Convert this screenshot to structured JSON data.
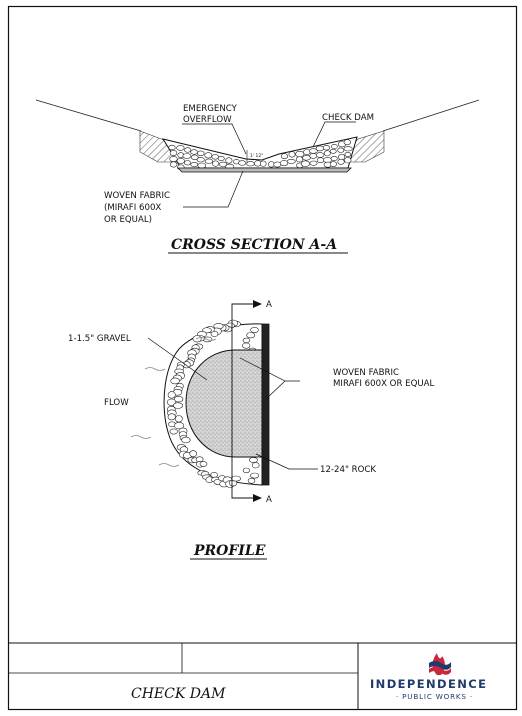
{
  "colors": {
    "ink": "#111111",
    "fabric_fill": "#d8d8d8",
    "logo_blue": "#203a6b",
    "logo_red": "#c8283a"
  },
  "cross_section": {
    "title": "CROSS SECTION A-A",
    "labels": {
      "emergency_overflow_1": "EMERGENCY",
      "emergency_overflow_2": "OVERFLOW",
      "check_dam": "CHECK DAM",
      "woven_fabric_1": "WOVEN FABRIC",
      "woven_fabric_2": "(MIRAFI 600X",
      "woven_fabric_3": "OR EQUAL)"
    }
  },
  "profile": {
    "title": "PROFILE",
    "labels": {
      "gravel": "1-1.5\" GRAVEL",
      "flow": "FLOW",
      "woven_fabric_1": "WOVEN FABRIC",
      "woven_fabric_2": "MIRAFI 600X OR EQUAL",
      "rock": "12-24\" ROCK",
      "section_mark_top": "A",
      "section_mark_bottom": "A"
    }
  },
  "title_block": {
    "sheet_title": "CHECK DAM",
    "logo_icon": "flag-flame-logo-icon",
    "logo_main": "INDEPENDENCE",
    "logo_sub": "· PUBLIC WORKS ·"
  }
}
